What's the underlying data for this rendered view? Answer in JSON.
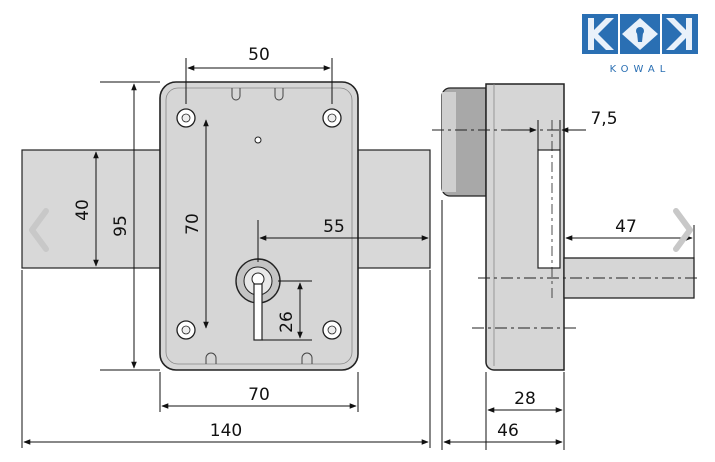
{
  "brand": {
    "name": "KOWAL",
    "colors": {
      "primary": "#2a6fb3",
      "body": "#d8d8d8",
      "shadow": "#b9b9b9",
      "line": "#222222"
    }
  },
  "navigation": {
    "prev_icon": "chevron-left-icon",
    "next_icon": "chevron-right-icon"
  },
  "dimensions": {
    "top_holes": "50",
    "left_height": "40",
    "outer_height": "95",
    "hole_vertical": "70",
    "key_offset": "55",
    "key_drop": "26",
    "base_holes": "70",
    "total_width": "140",
    "tab_thickness": "7,5",
    "bolt_throw": "47",
    "body_depth": "28",
    "total_depth": "46"
  }
}
